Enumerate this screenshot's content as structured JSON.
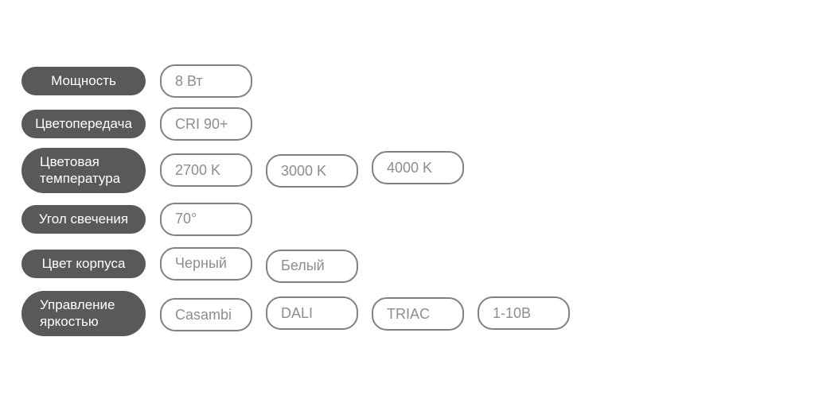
{
  "colors": {
    "background": "#ffffff",
    "label_bg": "#59595b",
    "label_text": "#ffffff",
    "value_border": "#818181",
    "value_text": "#8d8d8d"
  },
  "spec_rows": [
    {
      "label": "Мощность",
      "values": [
        "8 Вт"
      ]
    },
    {
      "label": "Цветопередача",
      "values": [
        "CRI 90+"
      ]
    },
    {
      "label": "Цветовая температура",
      "values": [
        "2700 K",
        "3000 K",
        "4000 K"
      ]
    },
    {
      "label": "Угол свечения",
      "values": [
        "70°"
      ]
    },
    {
      "label": "Цвет корпуса",
      "values": [
        "Черный",
        "Белый"
      ]
    },
    {
      "label": "Управление яркостью",
      "values": [
        "Casambi",
        "DALI",
        "TRIAC",
        "1-10В"
      ]
    }
  ]
}
